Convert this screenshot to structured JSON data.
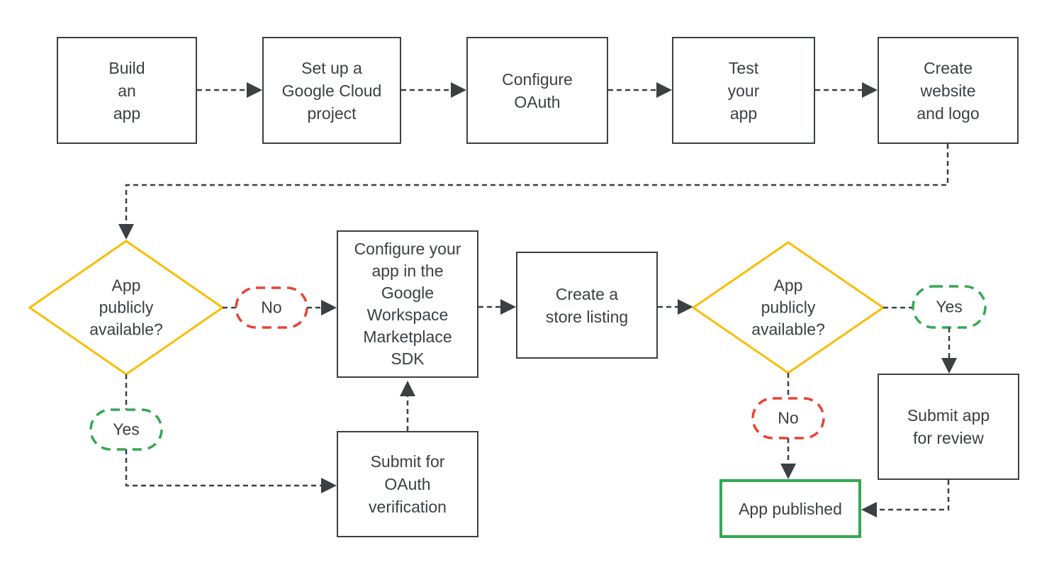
{
  "colors": {
    "background": "#FFFFFF",
    "line": "#3C4043",
    "box_border": "#3C4043",
    "text": "#3C4043",
    "decision_yellow": "#FBBC04",
    "no_red": "#EA4335",
    "yes_green": "#34A853",
    "published_green": "#34A853"
  },
  "nodes": {
    "build": {
      "label": "Build\nan\napp"
    },
    "cloud": {
      "label": "Set up a\nGoogle Cloud\nproject"
    },
    "oauth": {
      "label": "Configure\nOAuth"
    },
    "test": {
      "label": "Test\nyour\napp"
    },
    "website": {
      "label": "Create\nwebsite\nand logo"
    },
    "sdk": {
      "label": "Configure your\napp in the\nGoogle\nWorkspace\nMarketplace\nSDK"
    },
    "store": {
      "label": "Create a\nstore listing"
    },
    "submit_review": {
      "label": "Submit app\nfor review"
    },
    "submit_oauth": {
      "label": "Submit for\nOAuth\nverification"
    },
    "published": {
      "label": "App published"
    }
  },
  "decisions": {
    "left": {
      "label": "App\npublicly\navailable?"
    },
    "right": {
      "label": "App\npublicly\navailable?"
    }
  },
  "branch_labels": {
    "left_no": "No",
    "left_yes": "Yes",
    "right_yes": "Yes",
    "right_no": "No"
  }
}
